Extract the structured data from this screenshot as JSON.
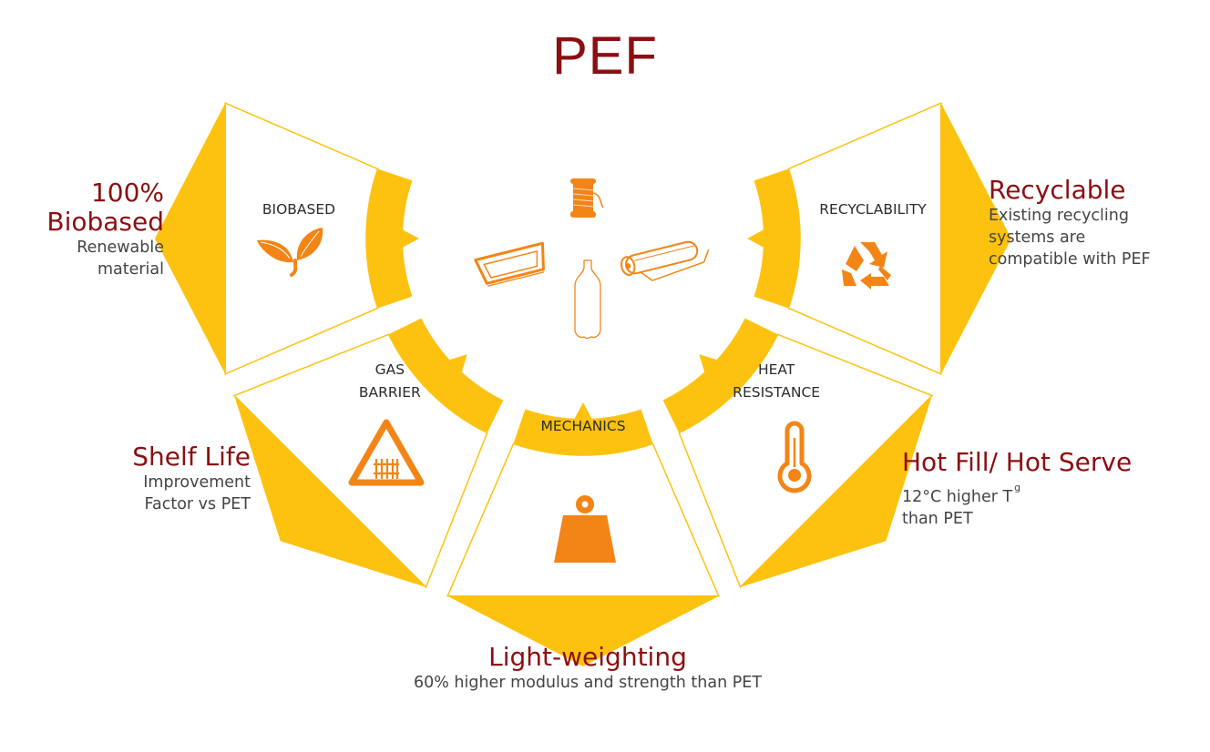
{
  "title": "PEF",
  "colors": {
    "ring": "#fdc20f",
    "panel_border": "#fdc20f",
    "icon_orange": "#f28516",
    "headline": "#8c0e12",
    "body_text": "#444444",
    "label_text": "#2b2b2b"
  },
  "center": {
    "icons": [
      "thread-spool-icon",
      "food-tray-icon",
      "film-roll-icon",
      "bottle-icon"
    ]
  },
  "panels": [
    {
      "id": "biobased",
      "label": "BIOBASED",
      "icon": "leaves-icon",
      "angle": 180
    },
    {
      "id": "gas-barrier",
      "label": "GAS\nBARRIER",
      "icon": "barrier-warning-icon",
      "angle": 135
    },
    {
      "id": "mechanics",
      "label": "MECHANICS",
      "icon": "weight-icon",
      "angle": 90
    },
    {
      "id": "heat-resistance",
      "label": "HEAT\nRESISTANCE",
      "icon": "thermometer-icon",
      "angle": 45
    },
    {
      "id": "recyclability",
      "label": "RECYCLABILITY",
      "icon": "recycle-icon",
      "angle": 0
    }
  ],
  "callouts": {
    "biobased": {
      "head": "100%\nBiobased",
      "sub": "Renewable\nmaterial"
    },
    "shelf_life": {
      "head": "Shelf Life",
      "sub": "Improvement\nFactor vs PET"
    },
    "light_weighting": {
      "head": "Light-weighting",
      "sub": "60% higher modulus and strength than PET"
    },
    "hot_fill": {
      "head": "Hot Fill/ Hot Serve",
      "sub_line1": "12°C higher T",
      "sub_subscript": "g",
      "sub_line2": "than PET"
    },
    "recyclable": {
      "head": "Recyclable",
      "sub": "Existing recycling\nsystems are\ncompatible with PEF"
    }
  }
}
